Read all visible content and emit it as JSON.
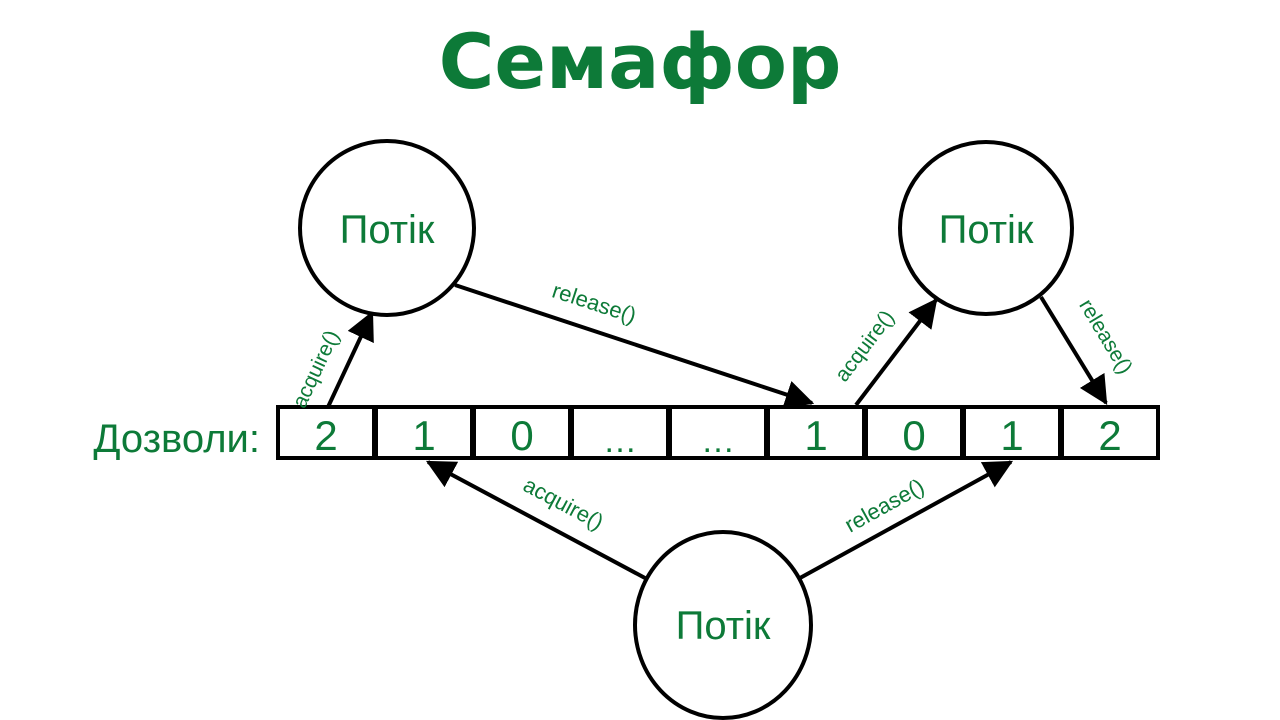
{
  "title": "Семафор",
  "colors": {
    "green": "#0d7a38",
    "stroke": "#000000",
    "background": "#ffffff"
  },
  "array": {
    "label": "Дозволи:",
    "cells": [
      "2",
      "1",
      "0",
      "…",
      "…",
      "1",
      "0",
      "1",
      "2"
    ]
  },
  "threads": [
    {
      "id": "thread-top-left",
      "label": "Потік"
    },
    {
      "id": "thread-top-right",
      "label": "Потік"
    },
    {
      "id": "thread-bottom",
      "label": "Потік"
    }
  ],
  "edges": [
    {
      "id": "edge-acquire-top-left",
      "label": "acquire()"
    },
    {
      "id": "edge-release-top-left",
      "label": "release()"
    },
    {
      "id": "edge-acquire-top-right",
      "label": "acquire()"
    },
    {
      "id": "edge-release-top-right",
      "label": "release()"
    },
    {
      "id": "edge-acquire-bottom",
      "label": "acquire()"
    },
    {
      "id": "edge-release-bottom",
      "label": "release()"
    }
  ]
}
